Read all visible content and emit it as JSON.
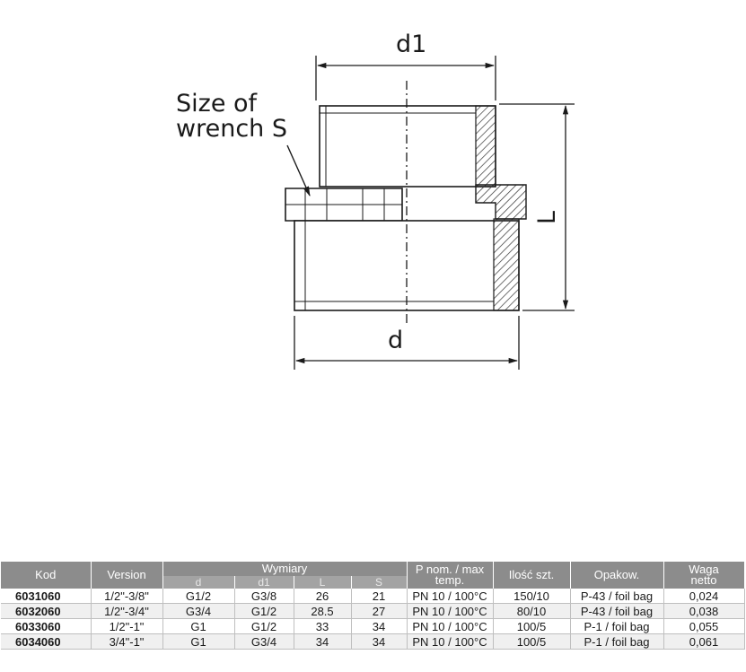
{
  "drawing": {
    "label_d1": "d1",
    "label_d": "d",
    "label_L": "L",
    "wrench_line1": "Size of",
    "wrench_line2": "wrench S"
  },
  "table": {
    "headers": {
      "kod": "Kod",
      "version": "Version",
      "wymiary": "Wymiary",
      "sub": [
        "d",
        "d1",
        "L",
        "S"
      ],
      "pnom_line1": "P nom. / max",
      "pnom_line2": "temp.",
      "ilosc": "Ilość szt.",
      "opakow": "Opakow.",
      "waga_line1": "Waga",
      "waga_line2": "netto"
    },
    "rows": [
      [
        "6031060",
        "1/2\"-3/8\"",
        "G1/2",
        "G3/8",
        "26",
        "21",
        "PN 10 / 100°C",
        "150/10",
        "P-43 / foil bag",
        "0,024"
      ],
      [
        "6032060",
        "1/2\"-3/4\"",
        "G3/4",
        "G1/2",
        "28.5",
        "27",
        "PN 10 / 100°C",
        "80/10",
        "P-43 / foil bag",
        "0,038"
      ],
      [
        "6033060",
        "1/2\"-1\"",
        "G1",
        "G1/2",
        "33",
        "34",
        "PN 10 / 100°C",
        "100/5",
        "P-1 / foil bag",
        "0,055"
      ],
      [
        "6034060",
        "3/4\"-1\"",
        "G1",
        "G3/4",
        "34",
        "34",
        "PN 10 / 100°C",
        "100/5",
        "P-1 / foil bag",
        "0,061"
      ]
    ]
  }
}
